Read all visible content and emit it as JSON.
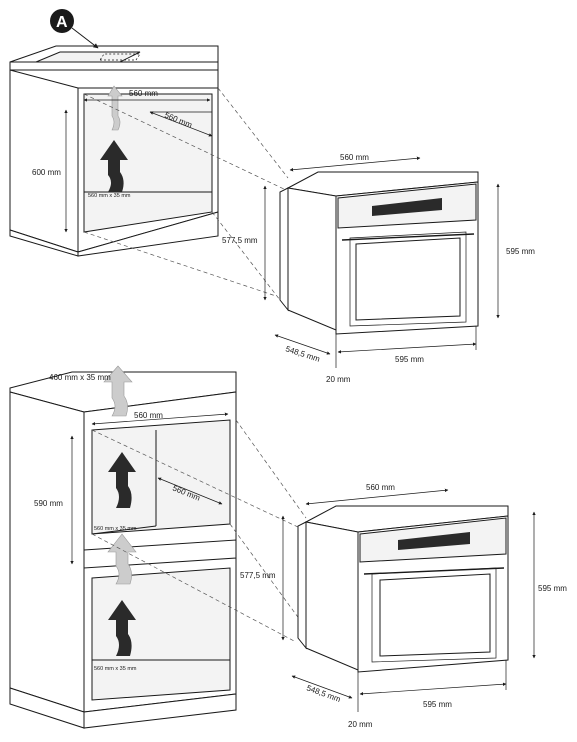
{
  "callout": {
    "letter": "A"
  },
  "top": {
    "cabinet": {
      "width": "560 mm",
      "depth": "560 mm",
      "height": "600 mm",
      "vent": "560 mm x 35 mm"
    },
    "oven": {
      "top_width": "560 mm",
      "side_height": "577,5 mm",
      "front_height": "595 mm",
      "depth": "548,5 mm",
      "front_width": "595 mm",
      "front_offset": "20 mm"
    }
  },
  "bottom": {
    "cabinet": {
      "top_vent": "460 mm x 35 mm",
      "width": "560 mm",
      "depth": "560 mm",
      "height": "590 mm",
      "vent_upper": "560 mm x 35 mm",
      "vent_lower": "560 mm x 35 mm"
    },
    "oven": {
      "top_width": "560 mm",
      "side_height": "577,5 mm",
      "front_height": "595 mm",
      "depth": "548,5 mm",
      "front_width": "595 mm",
      "front_offset": "20 mm"
    }
  }
}
